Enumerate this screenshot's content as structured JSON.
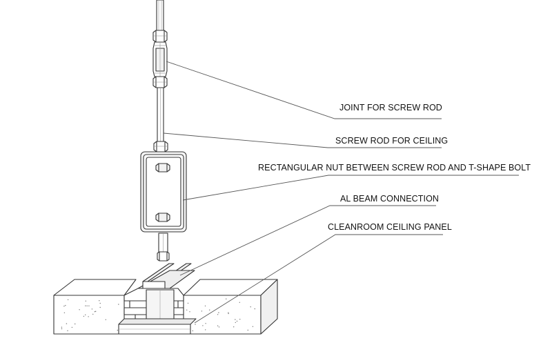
{
  "callouts": [
    {
      "id": "joint",
      "text": "JOINT FOR SCREW ROD"
    },
    {
      "id": "rod",
      "text": "SCREW ROD FOR CEILING"
    },
    {
      "id": "rectnut",
      "text": "RECTANGULAR NUT BETWEEN SCREW ROD AND T-SHAPE BOLT"
    },
    {
      "id": "albeam",
      "text": "AL BEAM CONNECTION"
    },
    {
      "id": "panel",
      "text": "CLEANROOM CEILING PANEL"
    }
  ],
  "colors": {
    "stroke": "#333333",
    "leader": "#555555",
    "fill": "#ffffff",
    "shade": "#e6e6e6",
    "dots": "#777777"
  }
}
